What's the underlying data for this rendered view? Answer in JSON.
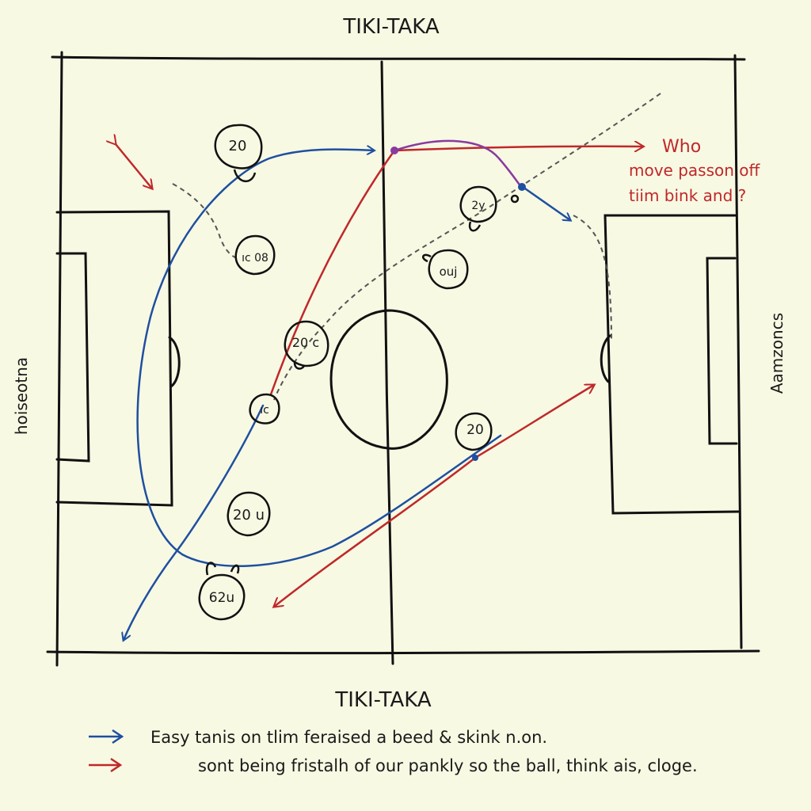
{
  "title_top": "TIKI-TAKA",
  "title_bottom": "TIKI-TAKA",
  "side_left": "hoiseotna",
  "side_right": "Aamzoncs",
  "annotation_lines": [
    "Who",
    "move passon off",
    "tiim bink and ?"
  ],
  "legend": [
    {
      "text": "Easy tanis on tlim feraised a beed & skink n.on.",
      "color": "#1f4fa0"
    },
    {
      "text": "sont being fristalh of our pankly so the ball, think ais, cloge.",
      "color": "#c0282a"
    }
  ],
  "players": [
    {
      "label": "20"
    },
    {
      "label": "ıc 08"
    },
    {
      "label": "20 c"
    },
    {
      "label": "ıc"
    },
    {
      "label": "20 u"
    },
    {
      "label": "62u"
    },
    {
      "label": "2y"
    },
    {
      "label": "ouj"
    },
    {
      "label": "20"
    }
  ],
  "colors": {
    "pitch_lines": "#111111",
    "blue_pass": "#1f4fa0",
    "red_pass": "#c0282a",
    "purple_pass": "#8a3aa0",
    "dashed_run": "#555555",
    "background": "#f7f9e3"
  }
}
